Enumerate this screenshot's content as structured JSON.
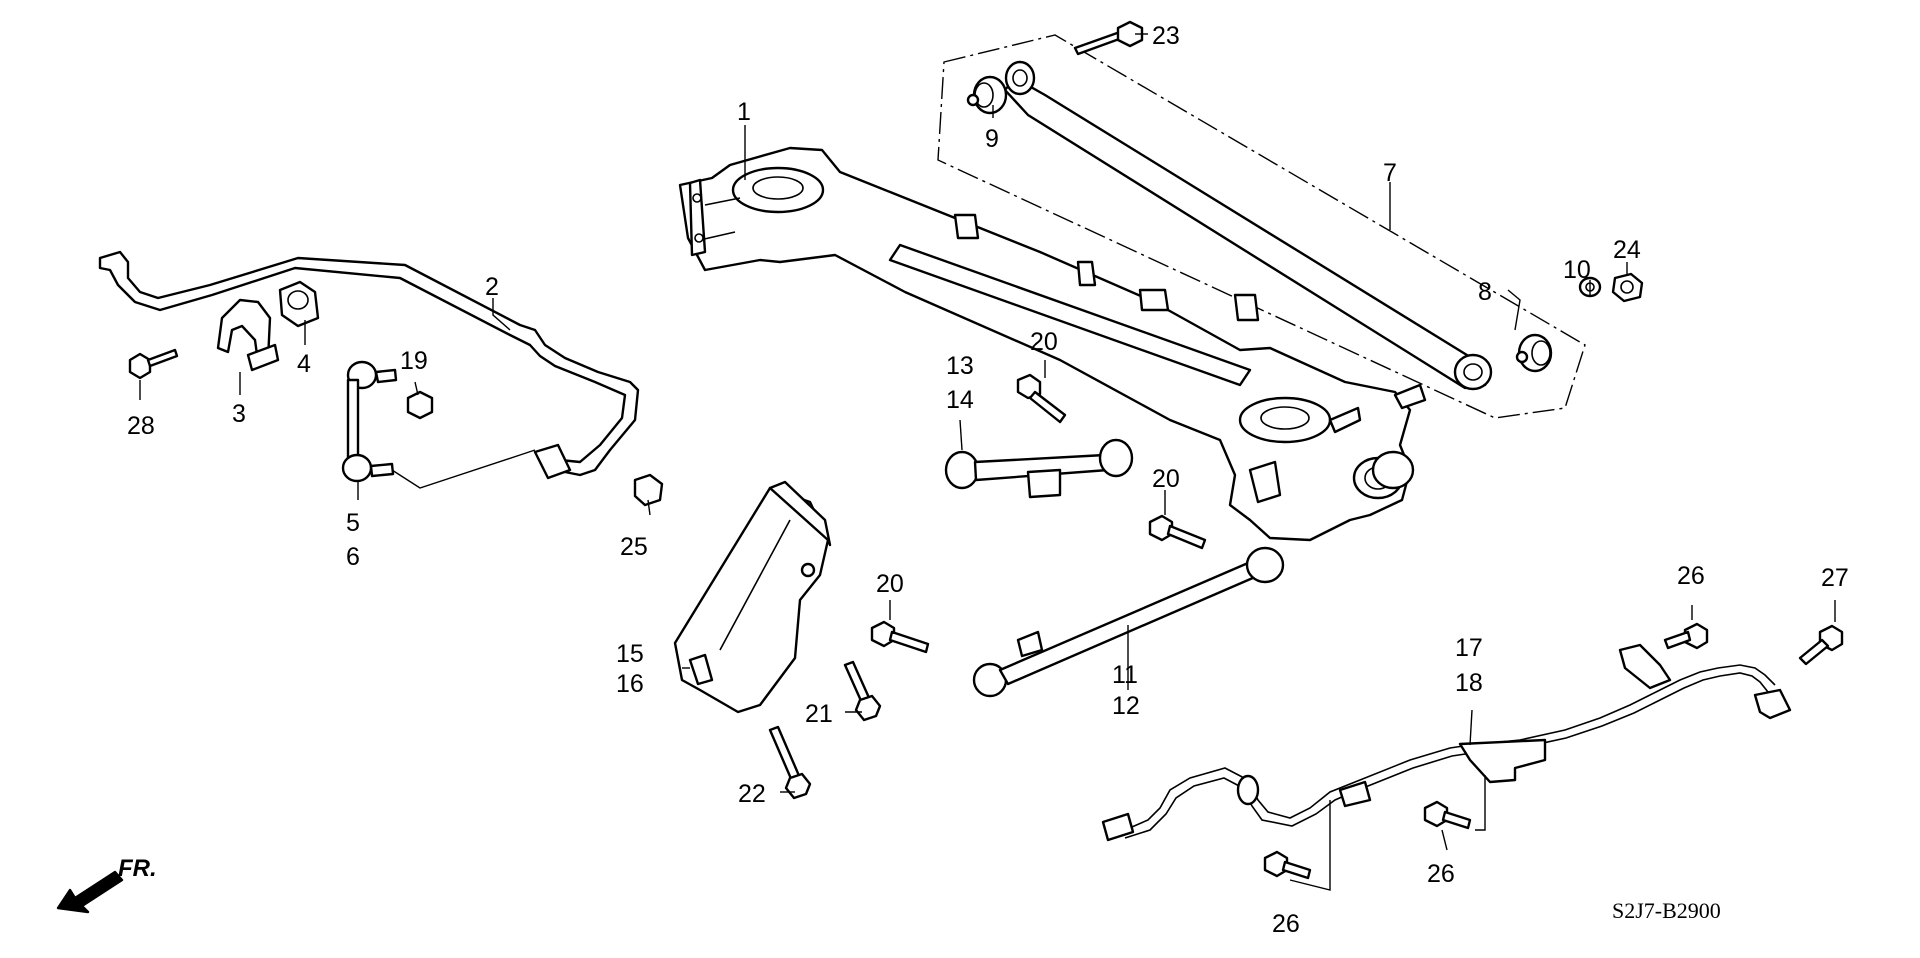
{
  "diagram": {
    "callouts": {
      "c1": "1",
      "c2": "2",
      "c3": "3",
      "c4": "4",
      "c5": "5",
      "c6": "6",
      "c7": "7",
      "c8": "8",
      "c9": "9",
      "c10": "10",
      "c11": "11",
      "c12": "12",
      "c13": "13",
      "c14": "14",
      "c15": "15",
      "c16": "16",
      "c17": "17",
      "c18": "18",
      "c19": "19",
      "c20a": "20",
      "c20b": "20",
      "c20c": "20",
      "c21": "21",
      "c22": "22",
      "c23": "23",
      "c24": "24",
      "c25": "25",
      "c26a": "26",
      "c26b": "26",
      "c26c": "26",
      "c27": "27",
      "c28": "28"
    },
    "direction_label": "FR.",
    "diagram_code": "S2J7-B2900"
  }
}
